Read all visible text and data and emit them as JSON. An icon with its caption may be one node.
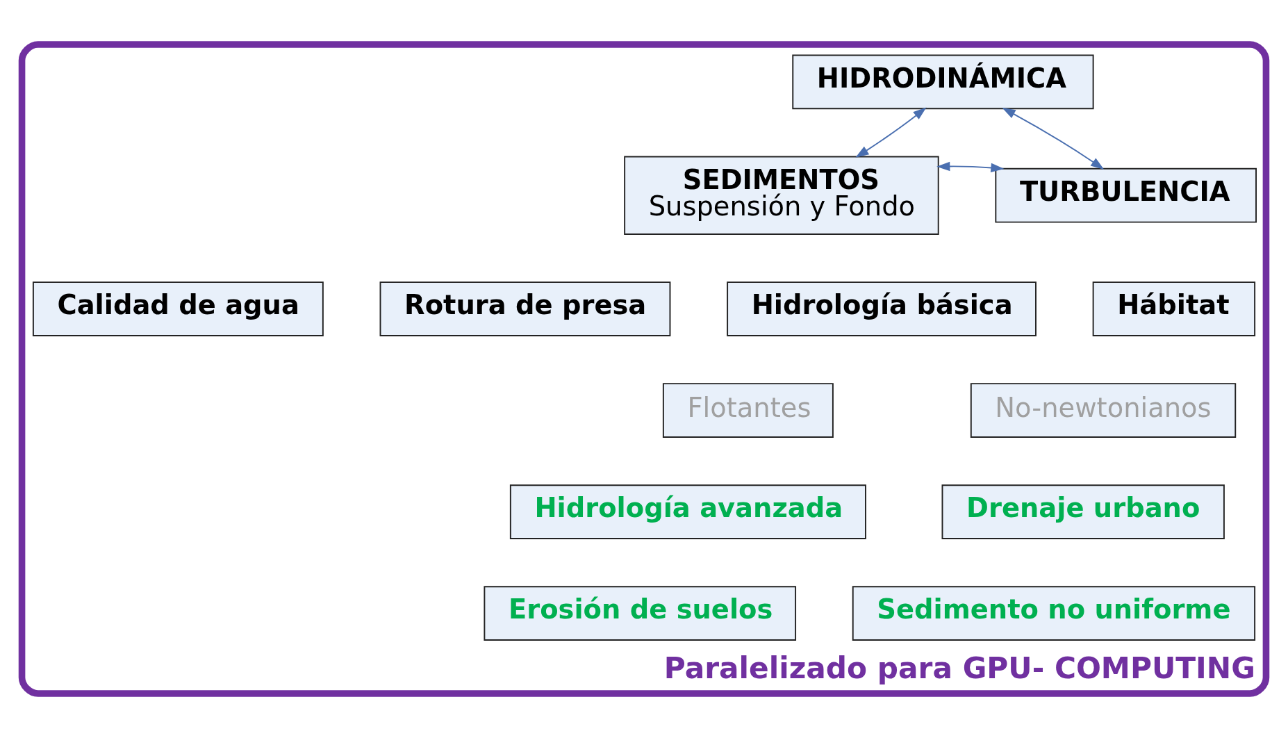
{
  "diagram": {
    "nodes": [
      {
        "text": [
          "Paralelizado para GPU- COMPUTING"
        ]
      },
      {
        "text": [
          "HIDRODINÁMICA"
        ],
        "in": 0
      },
      {
        "text": [
          "SEDIMENTOS",
          "Suspensión y Fondo"
        ],
        "in": 0
      },
      {
        "text": [
          "TURBULENCIA"
        ],
        "in": 0
      },
      {
        "text": [
          "Hidrología básica"
        ],
        "in": 0
      },
      {
        "text": [
          "Rotura de presa"
        ],
        "in": 0
      },
      {
        "text": [
          "Calidad de agua"
        ],
        "in": 0
      },
      {
        "text": [
          "Hábitat"
        ],
        "in": 0
      },
      {
        "text": [
          "Flotantes"
        ],
        "in": 0
      },
      {
        "text": [
          "No-newtonianos"
        ],
        "in": 0
      },
      {
        "text": [
          "Hidrología avanzada"
        ],
        "in": 0
      },
      {
        "text": [
          "Drenaje urbano"
        ],
        "in": 0
      },
      {
        "text": [
          "Erosión de suelos"
        ],
        "in": 0
      },
      {
        "text": [
          "Sedimento no uniforme"
        ],
        "in": 0
      }
    ],
    "edges": [
      {
        "from": 1,
        "to": 2,
        "arrow": "both"
      },
      {
        "from": 1,
        "to": 3,
        "arrow": "both"
      },
      {
        "from": 2,
        "to": 3,
        "arrow": "both"
      }
    ]
  }
}
